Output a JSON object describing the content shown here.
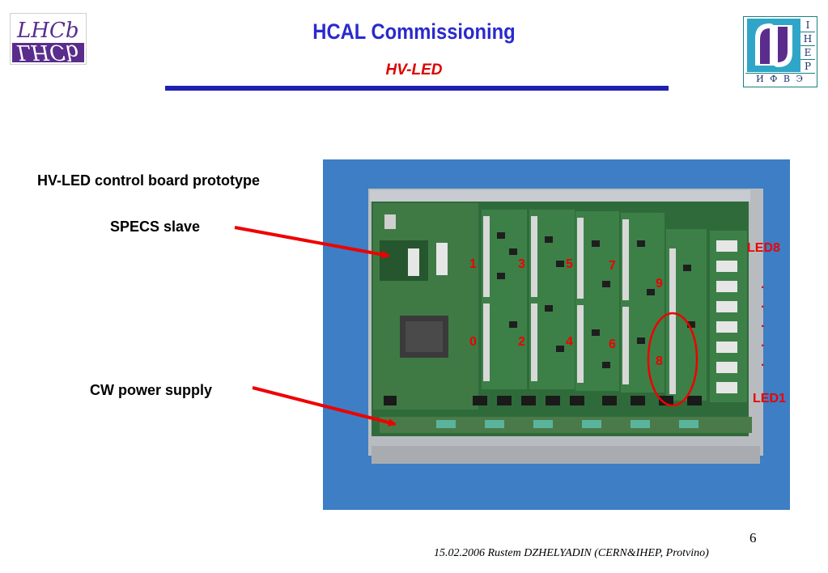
{
  "header": {
    "title": "HCAL Commissioning",
    "subtitle": "HV-LED",
    "rule_color": "#2020b0",
    "title_color": "#2a2acc",
    "subtitle_color": "#dd0000"
  },
  "logos": {
    "left": {
      "text_top": "LHCb",
      "text_bottom": "LHCb",
      "color": "#5a2d8c"
    },
    "right": {
      "letters": [
        "I",
        "H",
        "E",
        "P"
      ],
      "bottom_text": "И Ф В Э",
      "color": "#1a3070"
    }
  },
  "labels": {
    "board": "HV-LED control board prototype",
    "specs": "SPECS slave",
    "cw": "CW power supply"
  },
  "photo": {
    "background_color": "#3d7ec4",
    "channel_numbers": [
      "1",
      "3",
      "5",
      "7",
      "9",
      "0",
      "2",
      "4",
      "6",
      "8"
    ],
    "led_top": "LED8",
    "led_bottom": "LED1",
    "dots": [
      ".",
      ".",
      ".",
      ".",
      "."
    ],
    "annotation_color": "#ee0000"
  },
  "footer": {
    "page_number": "6",
    "credit": "15.02.2006 Rustem DZHELYADIN (CERN&IHEP, Protvino)"
  }
}
